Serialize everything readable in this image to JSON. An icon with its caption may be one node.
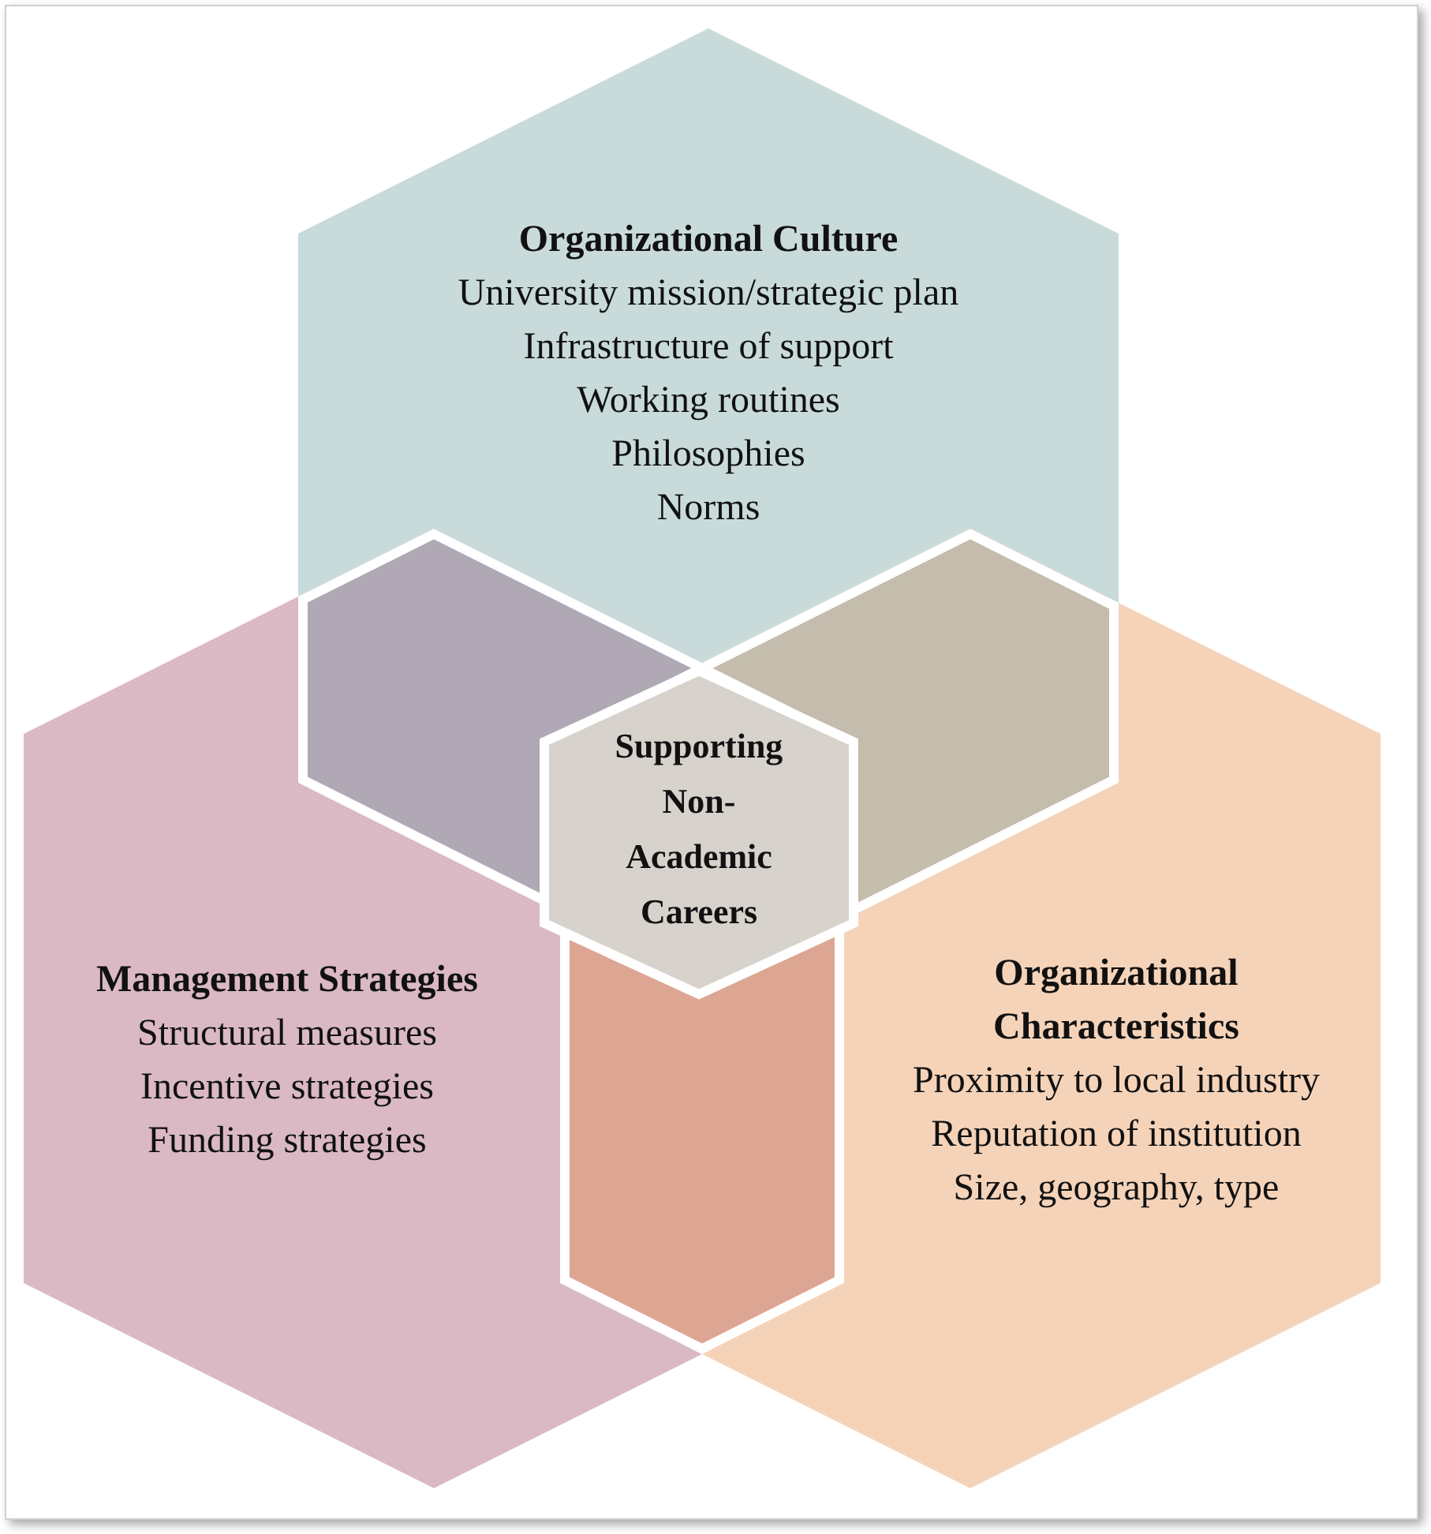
{
  "diagram": {
    "nodes": [
      {
        "text": [
          "Organizational Culture",
          "University mission/strategic plan",
          "Infrastructure of support",
          "Working routines",
          "Philosophies",
          "Norms"
        ]
      },
      {
        "text": [
          "Management Strategies",
          "Structural measures",
          "Incentive strategies",
          "Funding strategies"
        ]
      },
      {
        "text": [
          "Organizational Characteristics",
          "Proximity to local industry",
          "Reputation of institution",
          "Size, geography, type"
        ]
      },
      {
        "text": [
          "Supporting Non-Academic Careers"
        ]
      }
    ]
  }
}
